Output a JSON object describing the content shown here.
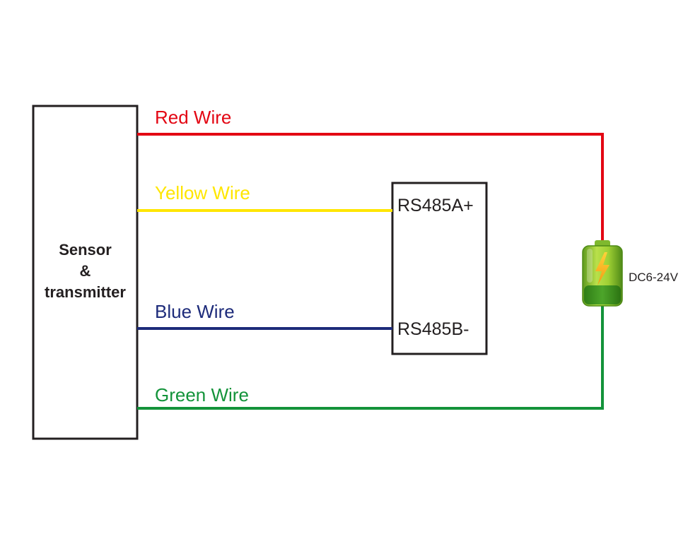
{
  "sensor": {
    "line1": "Sensor",
    "line2": "&",
    "line3": "transmitter"
  },
  "wires": {
    "red": {
      "label": "Red Wire",
      "color": "#e30613"
    },
    "yellow": {
      "label": "Yellow Wire",
      "color": "#ffe600"
    },
    "blue": {
      "label": "Blue Wire",
      "color": "#1d2b7a"
    },
    "green": {
      "label": "Green Wire",
      "color": "#13933a"
    }
  },
  "rs485": {
    "a_label": "RS485A+",
    "b_label": "RS485B-"
  },
  "power": {
    "label": "DC6-24V",
    "icon": "battery-charging-icon"
  }
}
